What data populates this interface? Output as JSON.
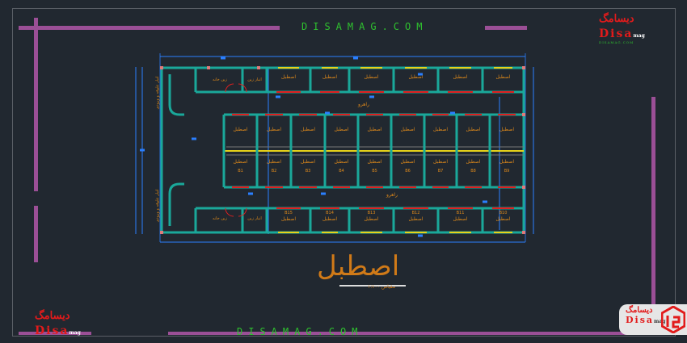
{
  "site_top": "DISAMAG.COM",
  "site_bottom": "DISAMAG.COM",
  "logo": {
    "persian": "دیسامگ",
    "latin": "Disa",
    "suffix": "mag",
    "url": "DISAMAG.COM"
  },
  "title": "اصطبل",
  "scale": "مقیاس ۱:۱۰۰",
  "plan": {
    "stall_label": "اصطبل",
    "corridor_label": "راهرو",
    "saddle_room": "زین خانه",
    "saddle_store": "انبار زین",
    "side_label": "انبار علوفه و ورودی",
    "bays_middle": [
      "B1",
      "B2",
      "B3",
      "B4",
      "B5",
      "B6",
      "B7",
      "B8",
      "B9"
    ],
    "bays_bottom": [
      "B15",
      "B14",
      "B13",
      "B12",
      "B11",
      "B10"
    ]
  },
  "colors": {
    "wall": "#1aa89a",
    "dim": "#2a7fff",
    "text": "#e08a1a",
    "door": "#e02020",
    "window": "#e6d21a",
    "accent": "#9b4f96"
  }
}
